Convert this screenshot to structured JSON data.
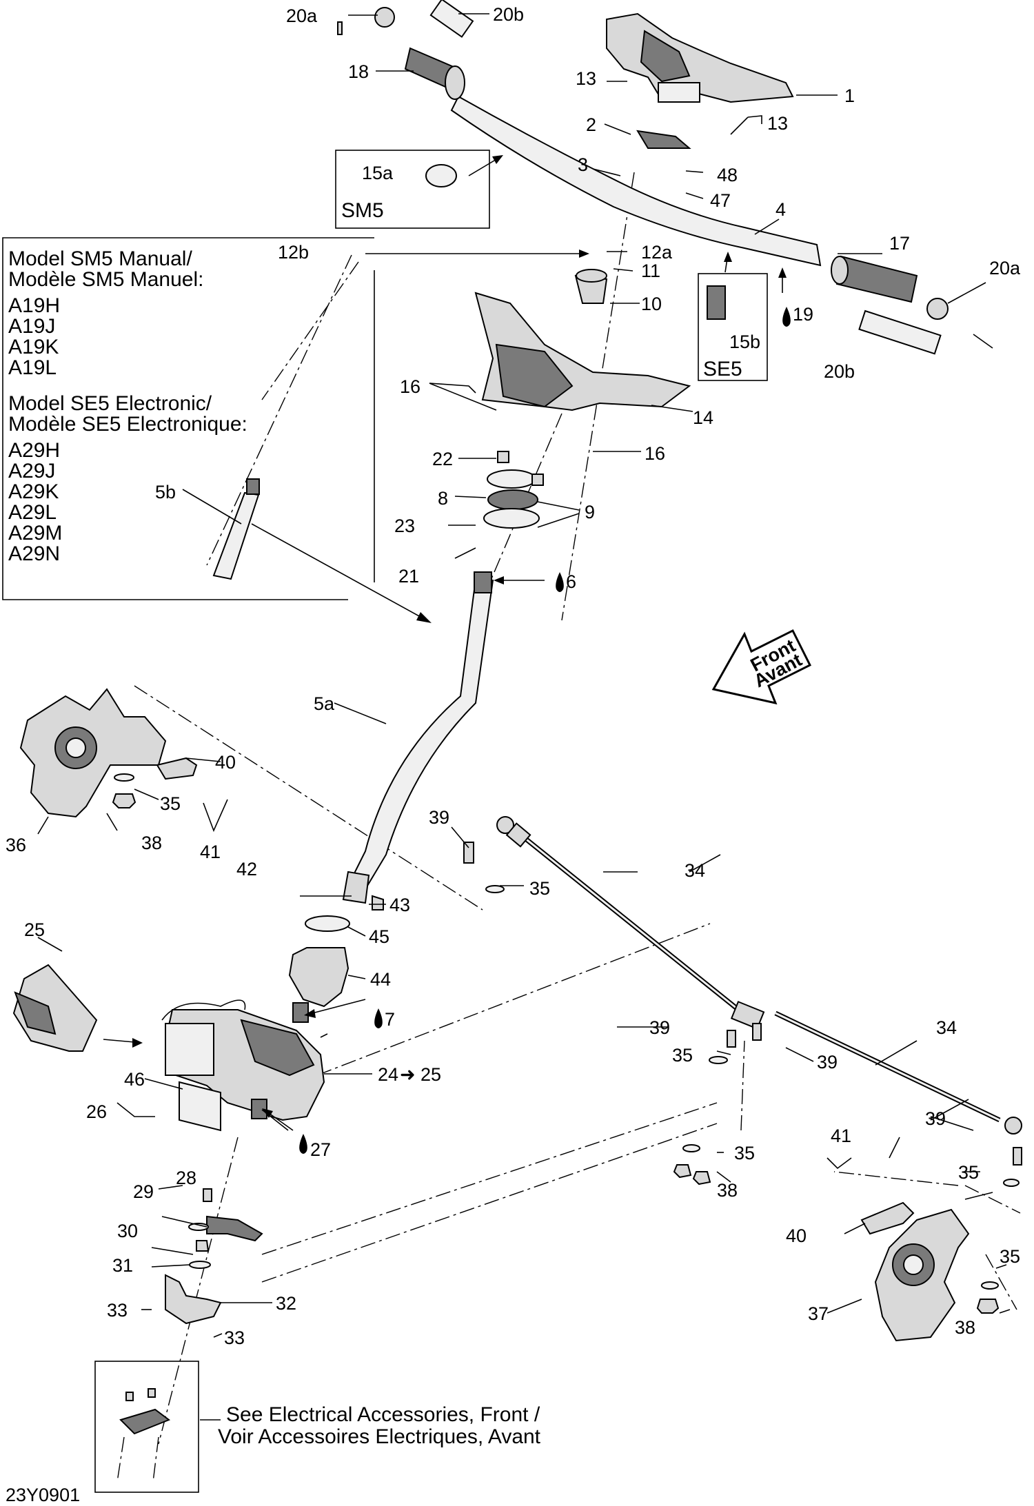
{
  "callouts": {
    "c1": "1",
    "c2": "2",
    "c3": "3",
    "c4": "4",
    "c5a": "5a",
    "c5b": "5b",
    "c6": "6",
    "c7": "7",
    "c8": "8",
    "c9": "9",
    "c10": "10",
    "c11": "11",
    "c12a": "12a",
    "c12b": "12b",
    "c13a": "13",
    "c13b": "13",
    "c14": "14",
    "c15a": "15a",
    "c15b": "15b",
    "c16a": "16",
    "c16b": "16",
    "c17": "17",
    "c18": "18",
    "c19": "19",
    "c20a_top": "20a",
    "c20b_top": "20b",
    "c20a_right": "20a",
    "c20b_right": "20b",
    "c21": "21",
    "c22": "22",
    "c23": "23",
    "c24": "24",
    "c24_target": "25",
    "c25": "25",
    "c26": "26",
    "c27": "27",
    "c28": "28",
    "c29": "29",
    "c30": "30",
    "c31": "31",
    "c32": "32",
    "c33a": "33",
    "c33b": "33",
    "c34a": "34",
    "c34b": "34",
    "c35a": "35",
    "c35b": "35",
    "c35c": "35",
    "c35d": "35",
    "c35e": "35",
    "c35f": "35",
    "c36": "36",
    "c37": "37",
    "c38a": "38",
    "c38b": "38",
    "c38c": "38",
    "c39a": "39",
    "c39b": "39",
    "c39c": "39",
    "c39d": "39",
    "c40a": "40",
    "c40b": "40",
    "c41a": "41",
    "c41b": "41",
    "c42": "42",
    "c43": "43",
    "c44": "44",
    "c45": "45",
    "c46": "46",
    "c47": "47",
    "c48": "48"
  },
  "variant_boxes": {
    "sm5_label": "SM5",
    "se5_label": "SE5"
  },
  "model_box": {
    "sm5_heading_en": "Model SM5 Manual/",
    "sm5_heading_fr": "Modèle SM5 Manuel:",
    "sm5_models": [
      "A19H",
      "A19J",
      "A19K",
      "A19L"
    ],
    "se5_heading_en": "Model SE5 Electronic/",
    "se5_heading_fr": "Modèle SE5 Electronique:",
    "se5_models": [
      "A29H",
      "A29J",
      "A29K",
      "A29L",
      "A29M",
      "A29N"
    ]
  },
  "direction": {
    "front_en": "Front",
    "front_fr": "Avant"
  },
  "note": {
    "line1": "See Electrical Accessories, Front /",
    "line2": "Voir Accessoires Electriques, Avant"
  },
  "diagram_code": "23Y0901"
}
